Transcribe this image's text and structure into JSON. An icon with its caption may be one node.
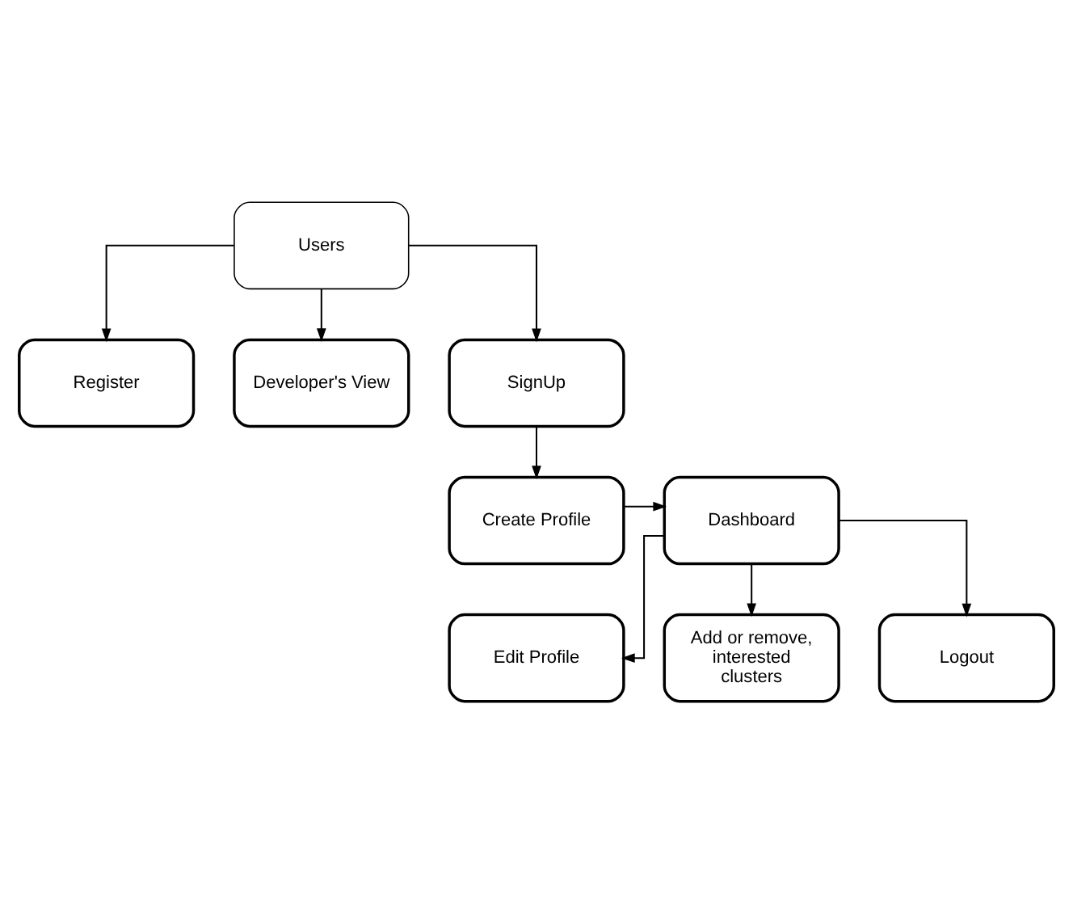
{
  "diagram": {
    "nodes": [
      {
        "text": [
          "Users"
        ]
      },
      {
        "text": [
          "Register"
        ]
      },
      {
        "text": [
          "Developer's View"
        ]
      },
      {
        "text": [
          "SignUp"
        ]
      },
      {
        "text": [
          "Dashboard"
        ]
      },
      {
        "text": [
          "Create Profile"
        ]
      },
      {
        "text": [
          "Edit Profile"
        ]
      },
      {
        "text": [
          "Add or remove, interested clusters"
        ]
      },
      {
        "text": [
          "Logout"
        ]
      }
    ],
    "edges": [
      {
        "from": 0,
        "to": 1,
        "arrow": "to"
      },
      {
        "from": 0,
        "to": 2,
        "arrow": "to"
      },
      {
        "from": 0,
        "to": 3,
        "arrow": "to"
      },
      {
        "from": 3,
        "to": 5,
        "arrow": "to"
      },
      {
        "from": 5,
        "to": 4,
        "arrow": "to"
      },
      {
        "from": 4,
        "to": 6,
        "arrow": "to"
      },
      {
        "from": 4,
        "to": 7,
        "arrow": "to"
      },
      {
        "from": 4,
        "to": 8,
        "arrow": "to"
      }
    ]
  }
}
